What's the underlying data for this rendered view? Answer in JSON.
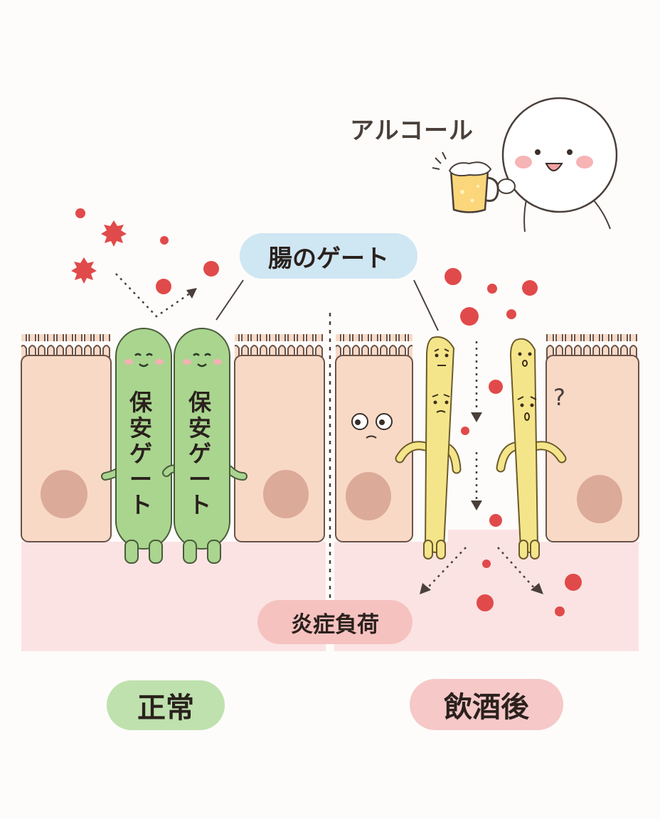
{
  "labels": {
    "alcohol": "アルコール",
    "gut_gate": "腸のゲート",
    "security_gate": "保安ゲート",
    "inflammation_load": "炎症負荷",
    "normal": "正常",
    "after_drinking": "飲酒後",
    "question_mark": "?"
  },
  "colors": {
    "cell": "#f8d9c6",
    "nucleus": "#dcaa99",
    "tissue": "#fbe3e3",
    "gate_green": "#a9d58f",
    "gate_yellow": "#f5e58a",
    "particle_red": "#e14a4a",
    "gut_gate_pill": "#cfe6f3",
    "inflammation_pill": "#f6c2c0",
    "normal_pill": "#bfe1ae",
    "after_drinking_pill": "#f6c8c8"
  }
}
